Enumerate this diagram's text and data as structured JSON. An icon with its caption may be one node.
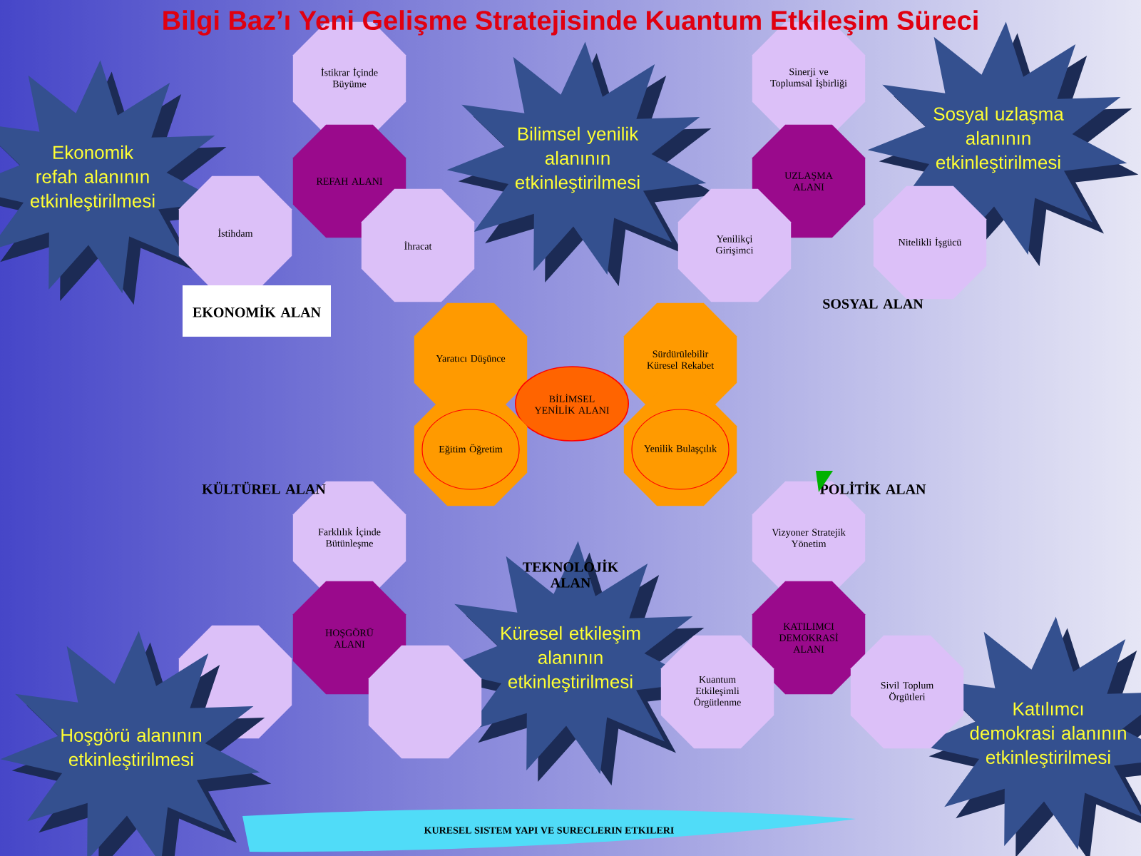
{
  "diagram": {
    "title": "Bilgi Baz’ı Yeni Gelişme Stratejisinde Kuantum Etkileşim Süreci",
    "nodes": [
      {
        "text": [
          "İstikrar İçinde Büyüme"
        ]
      },
      {
        "text": [
          "REFAH ALANI"
        ]
      },
      {
        "text": [
          "İstihdam"
        ]
      },
      {
        "text": [
          "İhracat"
        ]
      },
      {
        "text": [
          "Sinerji ve Toplumsal İşbirliği"
        ]
      },
      {
        "text": [
          "UZLAŞMA ALANI"
        ]
      },
      {
        "text": [
          "Yenilikçi Girişimci"
        ]
      },
      {
        "text": [
          "Nitelikli İşgücü"
        ]
      },
      {
        "text": [
          "Yaratıcı Düşünce"
        ]
      },
      {
        "text": [
          "Sürdürülebilir Küresel Rekabet"
        ]
      },
      {
        "text": [
          "BİLİMSEL YENİLİK ALANI"
        ]
      },
      {
        "text": [
          "Eğitim Öğretim"
        ]
      },
      {
        "text": [
          "Yenilik Bulaşçılık"
        ]
      },
      {
        "text": [
          "Farklılık İçinde Bütünleşme"
        ]
      },
      {
        "text": [
          "HOŞGÖRÜ ALANI"
        ]
      },
      {
        "text": [],
        "shape": "octagon"
      },
      {
        "text": [],
        "shape": "octagon"
      },
      {
        "text": [
          "Vizyoner Stratejik Yönetim"
        ]
      },
      {
        "text": [
          "KATILIMCI DEMOKRASİ ALANI"
        ]
      },
      {
        "text": [
          "Kuantum Etkileşimli Örgütlenme"
        ]
      },
      {
        "text": [
          "Sivil Toplum Örgütleri"
        ]
      },
      {
        "text": [
          "EKONOMİK ALAN"
        ]
      },
      {
        "text": [
          "Ekonomik refah alanının etkinleştirilmesi"
        ]
      },
      {
        "text": [
          "Bilimsel yenilik alanının etkinleştirilmesi"
        ]
      },
      {
        "text": [
          "Sosyal uzlaşma alanının etkinleştirilmesi"
        ]
      },
      {
        "text": [
          "Küresel etkileşim alanının etkinleştirilmesi"
        ]
      },
      {
        "text": [
          "Hoşgörü alanının etkinleştirilmesi"
        ]
      },
      {
        "text": [
          "Katılımcı demokrasi alanının etkinleştirilmesi"
        ]
      },
      {
        "text": [
          "KURESEL SISTEM YAPI VE SURECLERIN ETKILERI"
        ]
      }
    ],
    "labels": [
      "SOSYAL ALAN",
      "KÜLTÜREL ALAN",
      "POLİTİK ALAN",
      "TEKNOLOJİK ALAN"
    ]
  }
}
